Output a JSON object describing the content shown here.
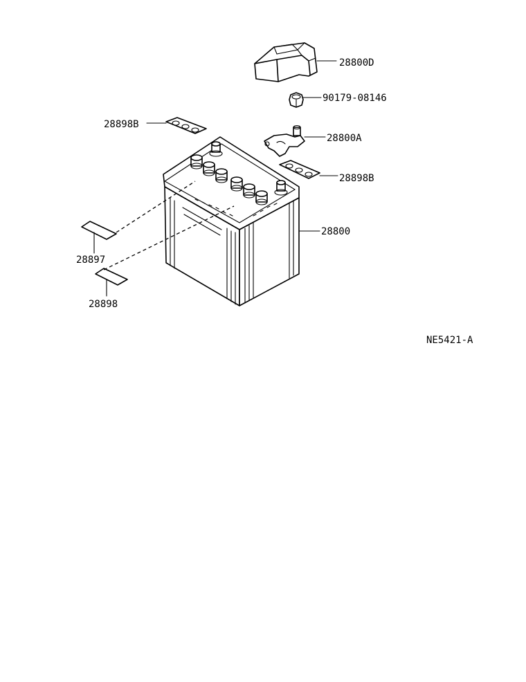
{
  "labels": {
    "cover": "28800D",
    "nut": "90179-08146",
    "vent_plug_left": "28898B",
    "terminal": "28800A",
    "vent_plug_right": "28898B",
    "battery": "28800",
    "label_upper": "28897",
    "label_lower": "28898",
    "figure_code": "NE5421-A"
  },
  "colors": {
    "line": "#000000",
    "background": "#ffffff"
  }
}
